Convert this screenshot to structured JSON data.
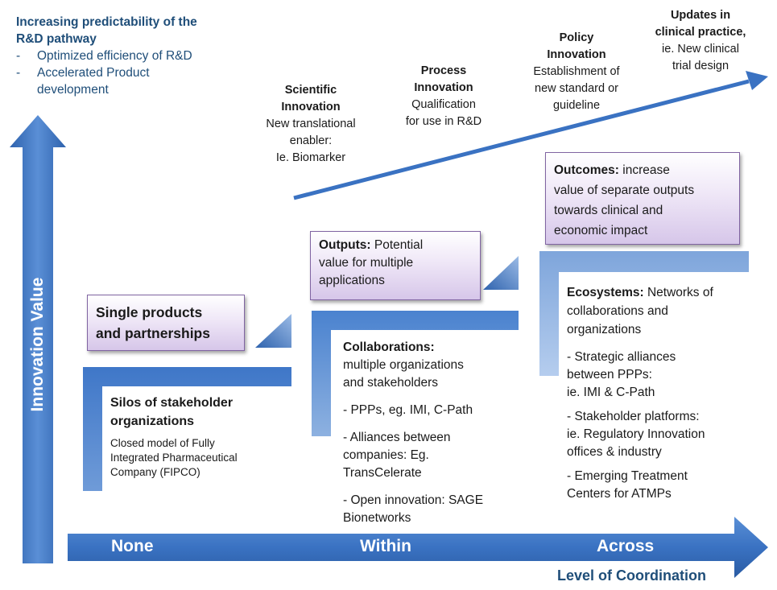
{
  "top_left": {
    "heading": "Increasing predictability of the R&D pathway",
    "heading_line1": "Increasing predictability of the",
    "heading_line2": "R&D pathway",
    "items": [
      {
        "dash": "-",
        "text": "Optimized efficiency of R&D"
      },
      {
        "dash": "-",
        "text": "Accelerated Product development",
        "line1": "Accelerated Product",
        "line2": "development"
      }
    ]
  },
  "innovation_steps": [
    {
      "title_l1": "Scientific",
      "title_l2": "Innovation",
      "body_l1": "New translational",
      "body_l2": "enabler:",
      "body_l3": "Ie. Biomarker"
    },
    {
      "title_l1": "Process",
      "title_l2": "Innovation",
      "body_l1": "Qualification",
      "body_l2": "for use in R&D"
    },
    {
      "title_l1": "Policy",
      "title_l2": "Innovation",
      "body_l1": "Establishment of",
      "body_l2": "new standard or",
      "body_l3": "guideline"
    },
    {
      "title_l1": "Updates in",
      "title_l2": "clinical practice,",
      "body_l1": "ie. New clinical",
      "body_l2": "trial design"
    }
  ],
  "boxes": {
    "single": {
      "l1": "Single products",
      "l2": "and partnerships"
    },
    "outputs": {
      "label": "Outputs:",
      "l1_rest": " Potential",
      "l2": "value for multiple",
      "l3": "applications"
    },
    "outcomes": {
      "label": "Outcomes:",
      "l1_rest": " increase",
      "l2": "value of separate outputs",
      "l3": "towards clinical and",
      "l4": "economic impact"
    }
  },
  "silos": {
    "title_l1": "Silos of stakeholder",
    "title_l2": "organizations",
    "body_l1": "Closed model  of Fully",
    "body_l2": "Integrated Pharmaceutical",
    "body_l3": "Company (FIPCO)"
  },
  "collaborations": {
    "title": "Collaborations:",
    "l1": "multiple organizations",
    "l2": "and stakeholders",
    "bullets": [
      {
        "l1": "- PPPs, eg. IMI, C-Path"
      },
      {
        "l1": "- Alliances between",
        "l2": "companies: Eg.",
        "l3": "TransCelerate"
      },
      {
        "l1": "- Open innovation: SAGE",
        "l2": "Bionetworks"
      }
    ]
  },
  "ecosystems": {
    "title": "Ecosystems:",
    "l1_rest": " Networks of",
    "l2": "collaborations and",
    "l3": "organizations",
    "bullets": [
      {
        "l1": "- Strategic alliances",
        "l2": "between PPPs:",
        "l3": "ie. IMI & C-Path"
      },
      {
        "l1": "- Stakeholder platforms:",
        "l2": "ie. Regulatory Innovation",
        "l3": "offices & industry"
      },
      {
        "l1": "- Emerging Treatment",
        "l2": "Centers for ATMPs"
      }
    ]
  },
  "axes": {
    "y_label": "Innovation Value",
    "x_levels": [
      "None",
      "Within",
      "Across"
    ],
    "x_title": "Level of Coordination"
  },
  "colors": {
    "arrow_blue": "#3a72c2",
    "step_light": "#8aaede",
    "heading_blue": "#1f4e79",
    "box_border": "#8064a2"
  }
}
